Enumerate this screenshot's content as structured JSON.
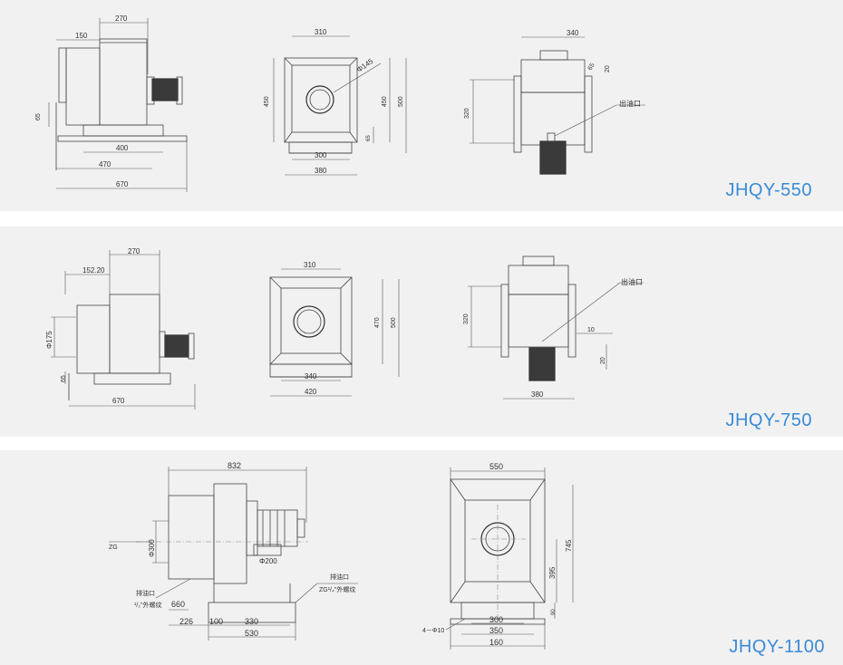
{
  "panels": [
    {
      "model": "JHQY-550",
      "side_view": {
        "dims": [
          "270",
          "150",
          "65",
          "400",
          "470",
          "670"
        ]
      },
      "front_view": {
        "dims": [
          "310",
          "Φ145",
          "450",
          "450",
          "500",
          "65",
          "300",
          "380"
        ]
      },
      "rear_view": {
        "dims": [
          "340",
          "65",
          "20",
          "320"
        ],
        "outlet_label": "出油口"
      }
    },
    {
      "model": "JHQY-750",
      "side_view": {
        "dims": [
          "270",
          "152.20",
          "Φ175",
          "65",
          "670"
        ]
      },
      "front_view": {
        "dims": [
          "310",
          "470",
          "500",
          "340",
          "420"
        ]
      },
      "rear_view": {
        "dims": [
          "320",
          "10",
          "20",
          "380"
        ],
        "outlet_label": "出油口"
      }
    },
    {
      "model": "JHQY-1100",
      "side_view": {
        "dims": [
          "832",
          "Φ300",
          "Φ200",
          "660",
          "226",
          "100",
          "330",
          "530"
        ],
        "zg_label": "ZG",
        "left_outlet": "排油口",
        "left_thread": "¹/₂\"外螺纹",
        "right_outlet": "排油口",
        "right_thread": "ZG¹/₄\"外螺纹"
      },
      "front_view": {
        "dims": [
          "550",
          "745",
          "395",
          "90",
          "300",
          "350",
          "160",
          "4－Φ10"
        ]
      }
    }
  ],
  "colors": {
    "panel_bg": "#f1f1f1",
    "model_text": "#3a8bd6",
    "line": "#444444"
  }
}
